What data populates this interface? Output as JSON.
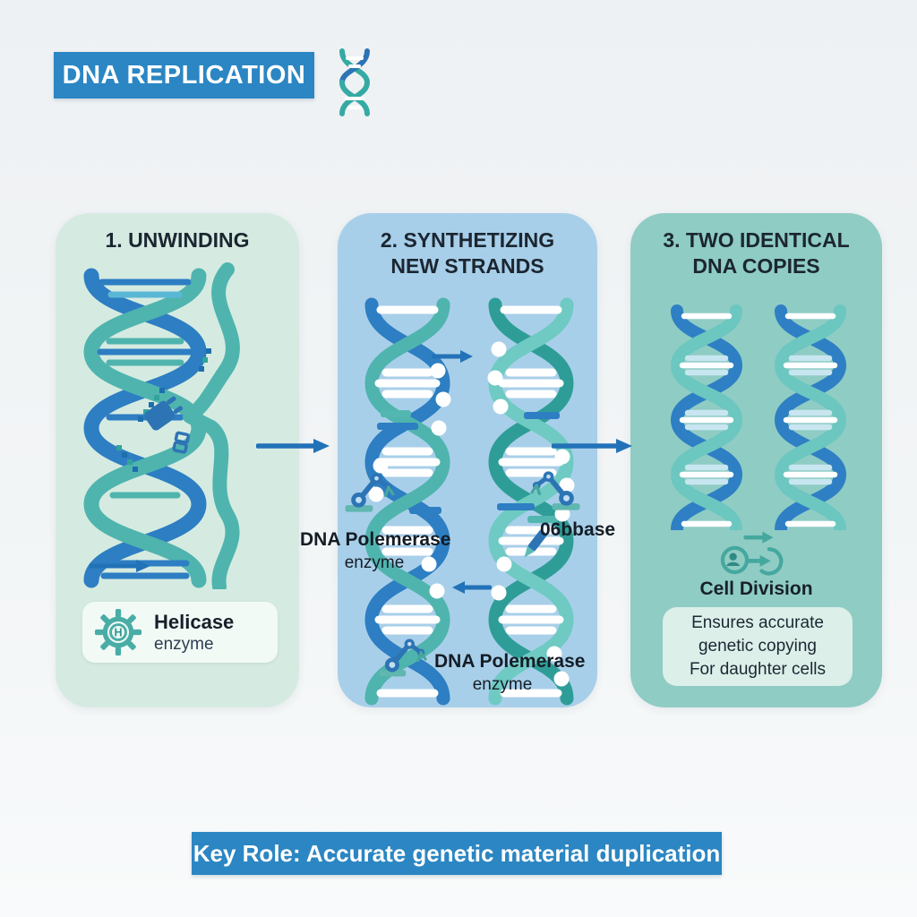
{
  "header": {
    "title": "DNA REPLICATION"
  },
  "panel1": {
    "title": "1. UNWINDING",
    "badge": {
      "icon_letter": "H",
      "name": "Helicase",
      "type": "enzyme"
    }
  },
  "panel2": {
    "title_line1": "2. SYNTHETIZING",
    "title_line2": "NEW STRANDS",
    "enzyme_left_line1": "DNA Polemerase",
    "enzyme_left_line2": "enzyme",
    "base_label": "06bbase",
    "enzyme_bottom_line1": "DNA Polemerase",
    "enzyme_bottom_line2": "enzyme"
  },
  "panel3": {
    "title_line1": "3. TWO IDENTICAL",
    "title_line2": "DNA COPIES",
    "caption": "Cell Division",
    "note_line1": "Ensures accurate",
    "note_line2": "genetic copying",
    "note_line3": "For daughter cells"
  },
  "footer": {
    "text": "Key Role: Accurate genetic material duplication"
  },
  "icons": {
    "title_icon": "dna-helix-icon",
    "panel1_badge_icon": "gear-h-icon",
    "panel2_enzyme_icon": "robot-arm-icon",
    "panel2_base_icon": "pencil-icon",
    "panel3_caption_icon": "cell-division-icon",
    "flow_icon": "arrow-right-icon"
  },
  "colors": {
    "banner_blue": "#2b86c3",
    "arrow_blue": "#2272b8",
    "panel1_bg": "#d5ebe1",
    "panel2_bg": "#a8cfe9",
    "panel3_bg": "#8fccc4",
    "strand_blue": "#2d7ec2",
    "strand_teal": "#4fb4ae",
    "ink": "#1b2631"
  }
}
